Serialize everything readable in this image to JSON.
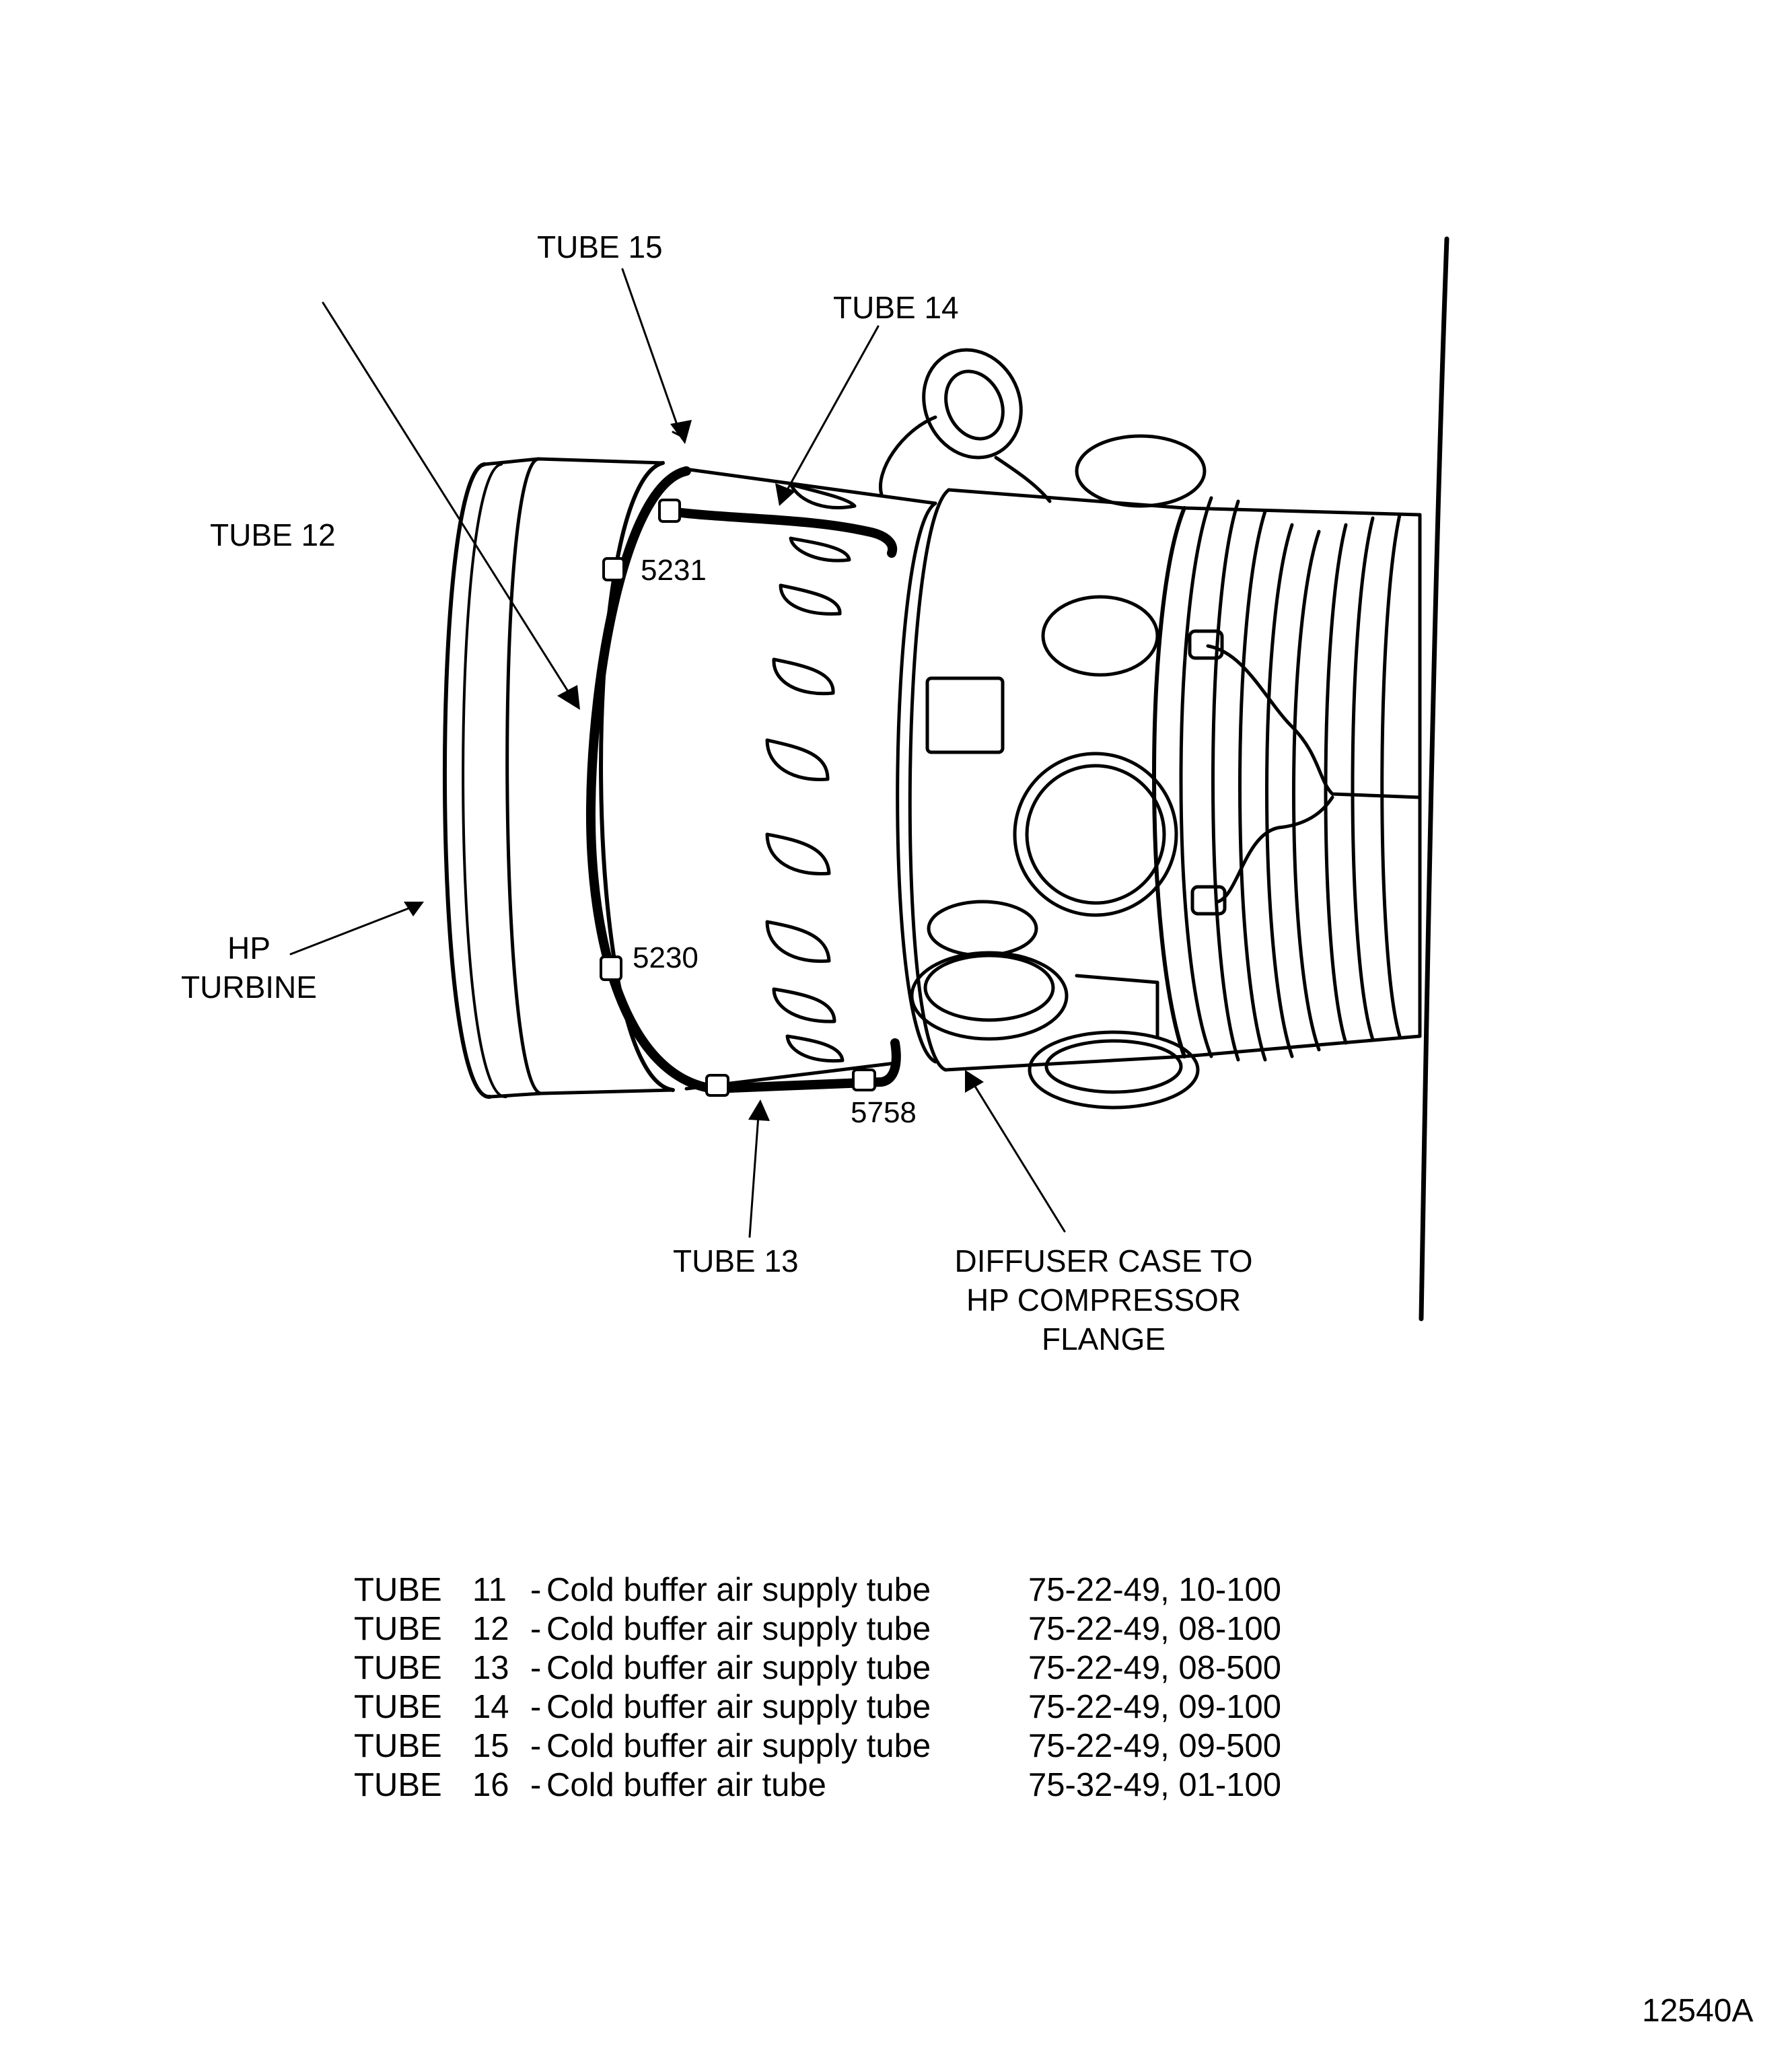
{
  "callouts": {
    "tube15": "TUBE 15",
    "tube14": "TUBE 14",
    "tube12": "TUBE 12",
    "tube13": "TUBE 13",
    "hp_turbine_line1": "HP",
    "hp_turbine_line2": "TURBINE",
    "diffuser_line1": "DIFFUSER CASE TO",
    "diffuser_line2": "HP COMPRESSOR",
    "diffuser_line3": "FLANGE"
  },
  "clamp_numbers": {
    "c5231": "5231",
    "c5230": "5230",
    "c5758": "5758"
  },
  "legend": [
    {
      "word": "TUBE",
      "num": "11",
      "dash": "-",
      "desc": "Cold buffer air supply tube",
      "ref": "75-22-49, 10-100"
    },
    {
      "word": "TUBE",
      "num": "12",
      "dash": "-",
      "desc": "Cold buffer air supply tube",
      "ref": "75-22-49, 08-100"
    },
    {
      "word": "TUBE",
      "num": "13",
      "dash": "-",
      "desc": "Cold buffer air supply tube",
      "ref": "75-22-49, 08-500"
    },
    {
      "word": "TUBE",
      "num": "14",
      "dash": "-",
      "desc": "Cold buffer air supply tube",
      "ref": "75-22-49, 09-100"
    },
    {
      "word": "TUBE",
      "num": "15",
      "dash": "-",
      "desc": "Cold buffer air supply tube",
      "ref": "75-22-49, 09-500"
    },
    {
      "word": "TUBE",
      "num": "16",
      "dash": "-",
      "desc": "Cold buffer air tube",
      "ref": "75-32-49, 01-100"
    }
  ],
  "figure_id": "12540A",
  "colors": {
    "ink": "#000000",
    "paper": "#ffffff"
  }
}
